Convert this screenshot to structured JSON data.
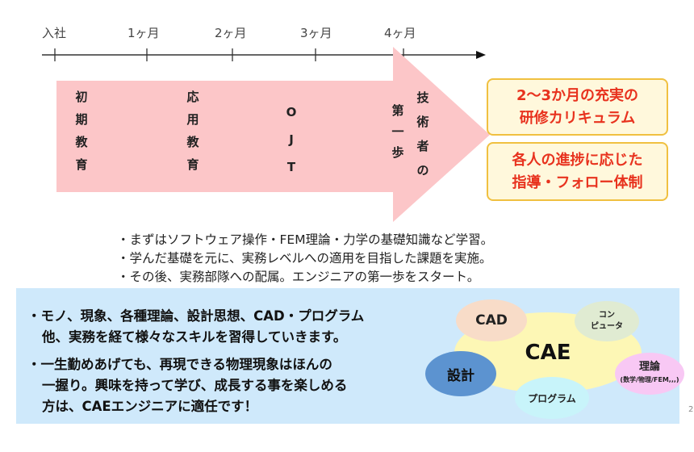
{
  "timeline": {
    "labels": [
      "入社",
      "1ヶ月",
      "2ヶ月",
      "3ヶ月",
      "4ヶ月"
    ]
  },
  "arrow": {
    "stages": [
      "初期教育",
      "応用教育",
      "OJT",
      "第一歩",
      "技術者の"
    ]
  },
  "highlights": [
    [
      "2～3か月の充実の",
      "研修カリキュラム"
    ],
    [
      "各人の進捗に応じた",
      "指導・フォロー体制"
    ]
  ],
  "bullets": [
    "・まずはソフトウェア操作・FEM理論・力学の基礎知識など学習。",
    "・学んだ基礎を元に、実務レベルへの適用を目指した課題を実施。",
    "・その後、実務部隊への配属。エンジニアの第一歩をスタート。"
  ],
  "panel": {
    "points": [
      [
        "・モノ、現象、各種理論、設計思想、CAD・プログラム",
        "他、実務を経て様々なスキルを習得していきます。"
      ],
      [
        "・一生勤めあげても、再現できる物理現象はほんの",
        "一握り。興味を持って学び、成長する事を楽しめる",
        "方は、CAEエンジニアに適任です！"
      ]
    ]
  },
  "diagram": {
    "center": "CAE",
    "cad": "CAD",
    "computer": [
      "コン",
      "ピュータ"
    ],
    "theory": "理論",
    "theory_sub": "(数学/物理/FEM,,,)",
    "program": "プログラム",
    "design": "設計"
  },
  "page_number": "2"
}
